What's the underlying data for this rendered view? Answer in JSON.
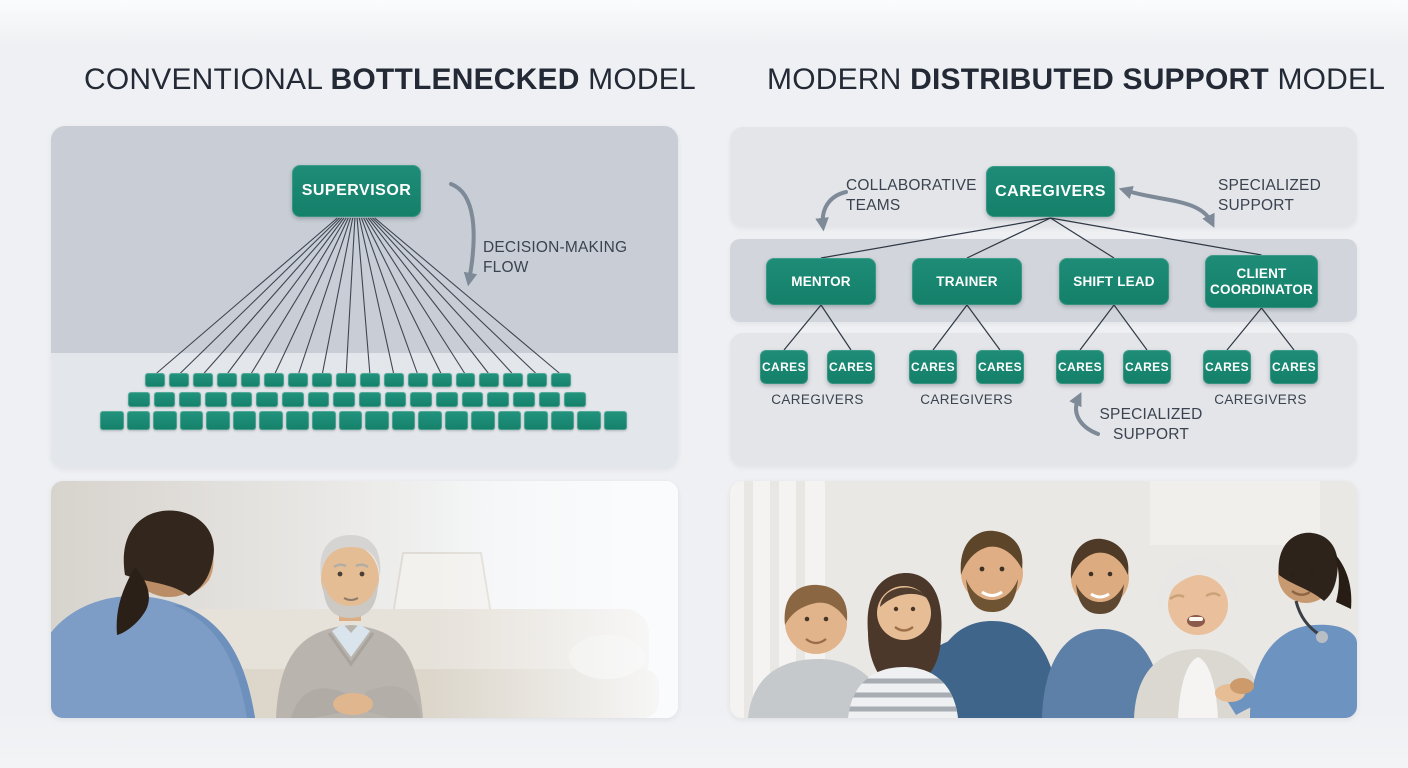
{
  "titles": {
    "left": {
      "normal_prefix": "CONVENTIONAL ",
      "bold": "BOTTLENECKED",
      "normal_suffix": " MODEL"
    },
    "right": {
      "normal_prefix": "MODERN ",
      "bold": "DISTRIBUTED SUPPORT",
      "normal_suffix": " MODEL"
    }
  },
  "left_diagram": {
    "root_label": "SUPERVISOR",
    "flow_annotation": {
      "line1": "DECISION-MAKING",
      "line2": "FLOW"
    },
    "worker_rows": [
      {
        "count": 18
      },
      {
        "count": 18
      },
      {
        "count": 20
      }
    ]
  },
  "right_diagram": {
    "root_label": "CAREGIVERS",
    "annotation_left": {
      "line1": "COLLABORATIVE",
      "line2": "TEAMS"
    },
    "annotation_right": {
      "line1": "SPECIALIZED",
      "line2": "SUPPORT"
    },
    "bottom_annotation": {
      "line1": "SPECIALIZED",
      "line2": "SUPPORT"
    },
    "teams": [
      {
        "lead": "MENTOR",
        "members": [
          "CARES",
          "CARES"
        ],
        "caption": "CAREGIVERS"
      },
      {
        "lead": "TRAINER",
        "members": [
          "CARES",
          "CARES"
        ],
        "caption": "CAREGIVERS"
      },
      {
        "lead": "SHIFT LEAD",
        "members": [
          "CARES",
          "CARES"
        ],
        "caption": null
      },
      {
        "lead": "CLIENT COORDINATOR",
        "members": [
          "CARES",
          "CARES"
        ],
        "caption": "CAREGIVERS"
      }
    ]
  },
  "photos": {
    "left": {
      "description": "Nurse in blue scrubs sitting with a worried elderly man on a sofa in a bright living room"
    },
    "right": {
      "description": "Multi-generational family and a nurse gathered around a laughing elderly woman, holding her hand"
    }
  },
  "colors": {
    "teal": "#1e8c77",
    "teal_dark": "#14806a",
    "arrow": "#7e8a97",
    "line": "#2f3844",
    "panel_top": "#c9ced6",
    "panel_bottom": "#e3e6ea",
    "band": "#e3e5e9",
    "band_mid": "#d2d6dc",
    "title": "#232a36",
    "label": "#3a434f",
    "background": "#eef0f3"
  }
}
